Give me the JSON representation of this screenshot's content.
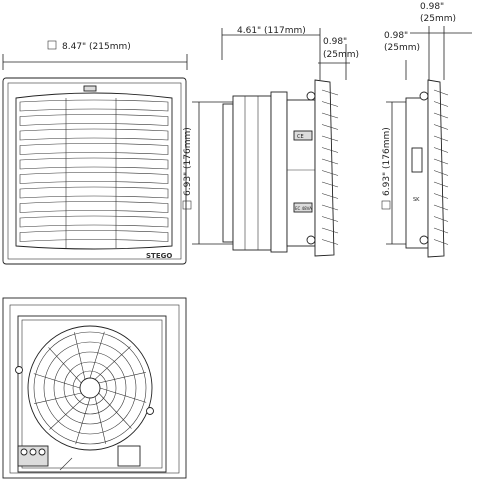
{
  "dimensions": {
    "front_width": "8.47\" (215mm)",
    "side_depth": "4.61\" (117mm)",
    "side_flange_in": "0.98\"",
    "side_flange_mm": "(25mm)",
    "side_height": "6.93\" (176mm)",
    "right_flange_top_in": "0.98\"",
    "right_flange_top_mm": "(25mm)",
    "right_flange_in": "0.98\"",
    "right_flange_mm": "(25mm)",
    "right_height": "6.93\" (176mm)"
  },
  "labels": {
    "brand_mark": "STEGO",
    "side_label_1": "CE",
    "side_label_2": "EC 48VA",
    "right_label": "SK"
  },
  "colors": {
    "line": "#222222",
    "fill": "#ffffff",
    "shade": "#dcdcdc"
  }
}
